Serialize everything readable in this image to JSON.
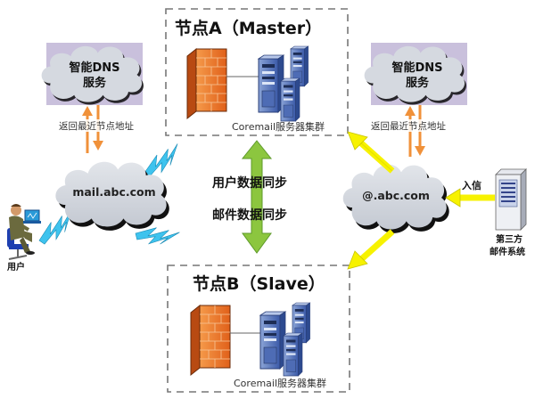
{
  "node_a": {
    "title": "节点A（Master）",
    "cluster_label": "Coremail服务器集群"
  },
  "node_b": {
    "title": "节点B（Slave）",
    "cluster_label": "Coremail服务器集群"
  },
  "dns_left": {
    "line1": "智能DNS",
    "line2": "服务",
    "return_label": "返回最近节点地址"
  },
  "dns_right": {
    "line1": "智能DNS",
    "line2": "服务",
    "return_label": "返回最近节点地址"
  },
  "cloud_user": {
    "label": "mail.abc.com"
  },
  "cloud_mx": {
    "label": "@.abc.com"
  },
  "sync": {
    "line1": "用户数据同步",
    "line2": "邮件数据同步"
  },
  "user": {
    "label": "用户"
  },
  "third_party": {
    "line1": "第三方",
    "line2": "邮件系统",
    "inbound_label": "入信"
  },
  "colors": {
    "dns_box": "#c9c0dc",
    "cloud": "#d3d7de",
    "orange_arrow": "#f0913a",
    "green_arrow": "#8cc63f",
    "yellow_arrow": "#f7f200",
    "lightning": "#3ec3ee",
    "dashed_border": "#777777"
  }
}
